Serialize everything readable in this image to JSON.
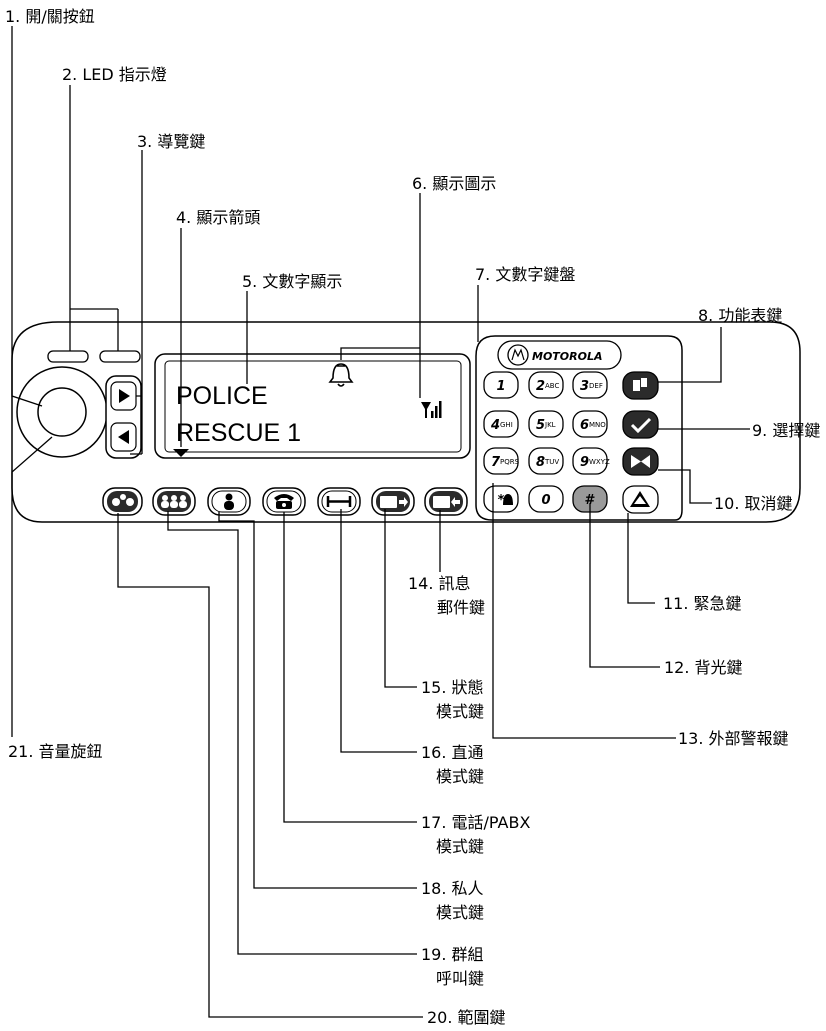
{
  "display": {
    "line1": "POLICE",
    "line2": "RESCUE 1"
  },
  "brand": {
    "name": "MOTOROLA"
  },
  "keypad": [
    {
      "main": "1",
      "sub": ""
    },
    {
      "main": "2",
      "sub": "ABC"
    },
    {
      "main": "3",
      "sub": "DEF"
    },
    {
      "main": "4",
      "sub": "GHI"
    },
    {
      "main": "5",
      "sub": "JKL"
    },
    {
      "main": "6",
      "sub": "MNO"
    },
    {
      "main": "7",
      "sub": "PQRS"
    },
    {
      "main": "8",
      "sub": "TUV"
    },
    {
      "main": "9",
      "sub": "WXYZ"
    },
    {
      "main": "*",
      "sub": ""
    },
    {
      "main": "0",
      "sub": ""
    },
    {
      "main": "#",
      "sub": ""
    }
  ],
  "callouts": {
    "c1": "1. 開/關按鈕",
    "c2": "2. LED 指示燈",
    "c3": "3. 導覽鍵",
    "c4": "4. 顯示箭頭",
    "c5": "5. 文數字顯示",
    "c6": "6. 顯示圖示",
    "c7": "7. 文數字鍵盤",
    "c8": "8. 功能表鍵",
    "c9": "9. 選擇鍵",
    "c10": "10. 取消鍵",
    "c11": "11. 緊急鍵",
    "c12": "12. 背光鍵",
    "c13": "13. 外部警報鍵",
    "c14a": "14. 訊息",
    "c14b": "郵件鍵",
    "c15a": "15. 狀態",
    "c15b": "模式鍵",
    "c16a": "16. 直通",
    "c16b": "模式鍵",
    "c17a": "17. 電話/PABX",
    "c17b": "模式鍵",
    "c18a": "18. 私人",
    "c18b": "模式鍵",
    "c19a": "19. 群組",
    "c19b": "呼叫鍵",
    "c20": "20. 範圍鍵",
    "c21": "21. 音量旋鈕"
  },
  "icons": [
    "power-knob-icon",
    "led-icon",
    "nav-right-icon",
    "nav-left-icon",
    "bell-icon",
    "signal-strength-icon",
    "display-arrow-icon",
    "menu-icon",
    "checkmark-icon",
    "cancel-x-icon",
    "emergency-triangle-icon",
    "alarm-bell-icon",
    "scan-icon",
    "group-icon",
    "person-icon",
    "phone-icon",
    "direct-mode-icon",
    "status-message-icon",
    "mail-message-icon",
    "motorola-logo-icon"
  ]
}
